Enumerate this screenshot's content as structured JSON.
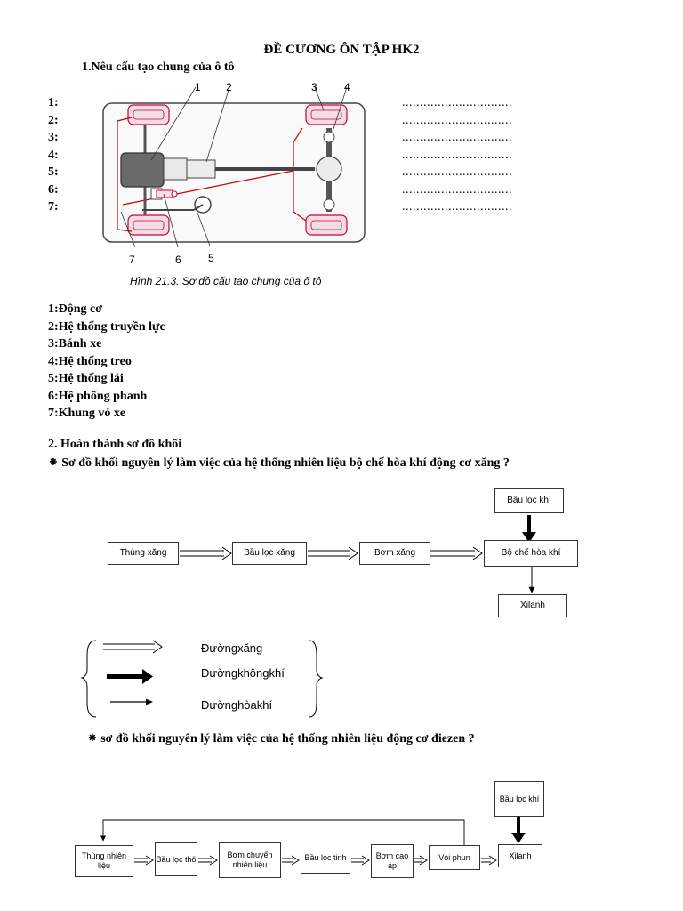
{
  "title": "ĐỀ CƯƠNG ÔN TẬP HK2",
  "q1": "1.Nêu cấu tạo chung của ô tô",
  "blank_numbers": [
    "1:",
    "2:",
    "3:",
    "4:",
    "5:",
    "6:",
    "7:"
  ],
  "blank_dots": "...............................",
  "figure": {
    "caption": "Hình 21.3. Sơ đồ cấu tạo chung của ô tô",
    "labels": [
      "1",
      "2",
      "3",
      "4",
      "5",
      "6",
      "7"
    ]
  },
  "answers": [
    "1:Động cơ",
    "2:Hệ thống truyền lực",
    "3:Bánh xe",
    "4:Hệ thống treo",
    "5:Hệ thống lái",
    "6:Hệ phống phanh",
    "7:Khung vỏ xe"
  ],
  "q2": "2. Hoàn thành sơ đồ khối",
  "gasoline": {
    "heading": "Sơ đồ khối nguyên lý làm việc của hệ thống nhiên liệu bộ chế hòa khí động cơ xăng ?",
    "blocks": {
      "tank": "Thùng xăng",
      "fuel_filter": "Bầu lọc xăng",
      "pump": "Bơm xăng",
      "carb": "Bộ chế hòa khí",
      "air_filter": "Bầu lọc khí",
      "cylinder": "Xilanh"
    }
  },
  "legend": [
    "Đườngxăng",
    "Đườngkhôngkhí",
    "Đườnghòakhí"
  ],
  "diesel": {
    "heading": "sơ đồ khối nguyên lý làm việc của hệ thống nhiên liệu động cơ điezen ?",
    "blocks": {
      "tank": "Thùng nhiên liệu",
      "coarse": "Bầu lọc thô",
      "transfer": "Bơm chuyển nhiên liệu",
      "fine": "Bầu lọc tinh",
      "hp_pump": "Bơm cao áp",
      "injector": "Vòi phun",
      "cylinder": "Xilanh",
      "air_filter": "Bầu lọc khí"
    }
  },
  "bullet": "⁕"
}
